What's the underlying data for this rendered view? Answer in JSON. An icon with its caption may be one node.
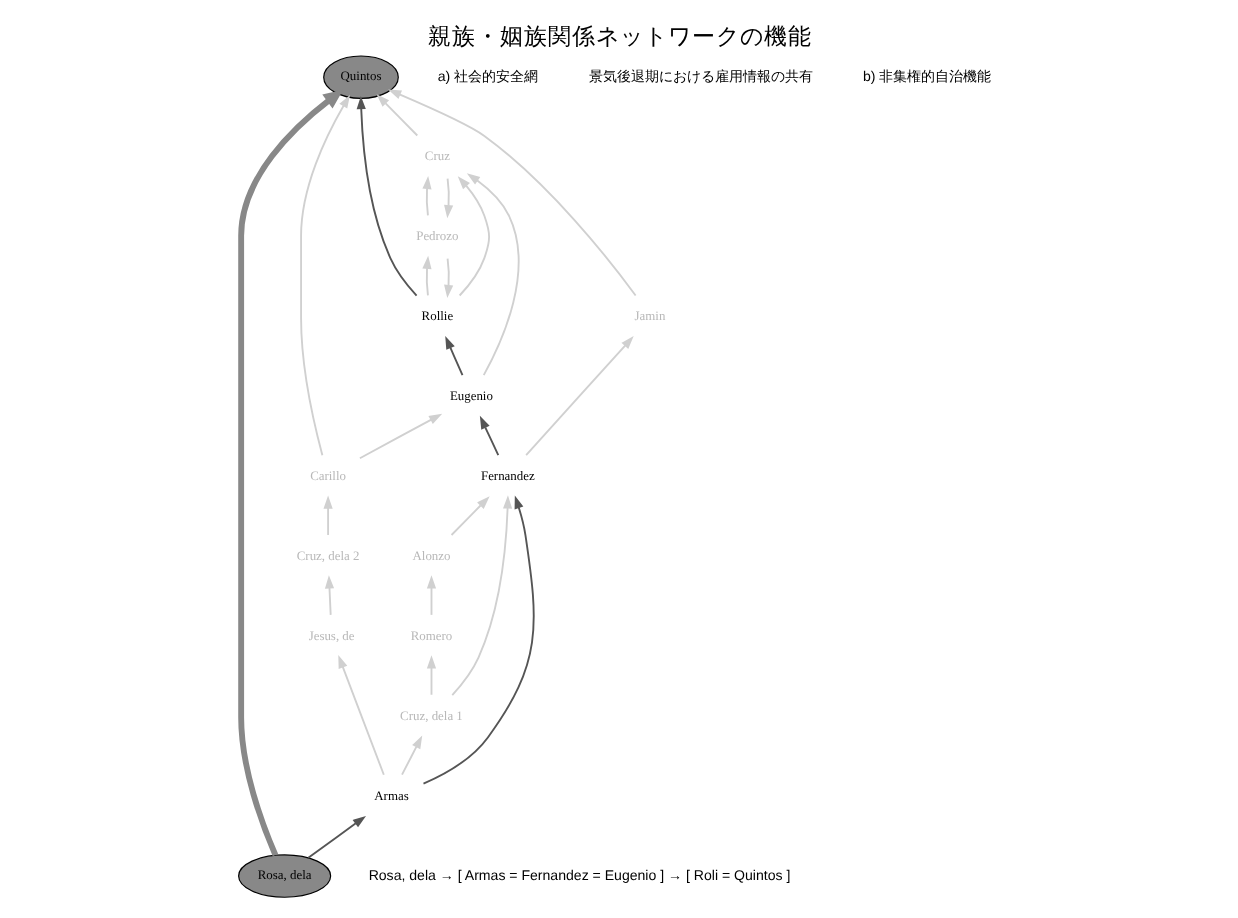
{
  "diagram": {
    "title": "親族・姻族関係ネットワークの機能",
    "nodes": [
      {
        "text": [
          "Cruz, dela 2"
        ]
      },
      {
        "text": [
          "Carillo"
        ]
      },
      {
        "text": [
          "Quintos"
        ]
      },
      {
        "text": [
          "Jesus, de"
        ]
      },
      {
        "text": [
          "Rollie"
        ]
      },
      {
        "text": [
          "Pedrozo"
        ]
      },
      {
        "text": [
          "Armas"
        ]
      },
      {
        "text": [
          "Rosa, dela"
        ]
      },
      {
        "text": [
          "Eugenio"
        ]
      },
      {
        "text": [
          "Cruz"
        ]
      },
      {
        "text": [
          "Cruz, dela 1"
        ]
      },
      {
        "text": [
          "Romero"
        ]
      },
      {
        "text": [
          "Alonzo"
        ]
      },
      {
        "text": [
          "Fernandez"
        ]
      },
      {
        "text": [
          "Jamin"
        ]
      }
    ],
    "edges": [
      {
        "from": 0,
        "to": 1,
        "arrow": "to"
      },
      {
        "from": 3,
        "to": 0,
        "arrow": "to"
      },
      {
        "from": 6,
        "to": 3,
        "arrow": "to"
      },
      {
        "from": 6,
        "to": 10,
        "arrow": "to"
      },
      {
        "from": 10,
        "to": 11,
        "arrow": "to"
      },
      {
        "from": 10,
        "to": 13,
        "arrow": "to"
      },
      {
        "from": 11,
        "to": 12,
        "arrow": "to"
      },
      {
        "from": 12,
        "to": 13,
        "arrow": "to"
      },
      {
        "from": 13,
        "to": 14,
        "arrow": "to"
      },
      {
        "from": 14,
        "to": 2,
        "arrow": "to"
      },
      {
        "from": 1,
        "to": 8,
        "arrow": "to"
      },
      {
        "from": 1,
        "to": 2,
        "arrow": "to"
      },
      {
        "from": 8,
        "to": 9,
        "arrow": "to"
      },
      {
        "from": 4,
        "to": 5,
        "arrow": "to"
      },
      {
        "from": 5,
        "to": 4,
        "arrow": "to"
      },
      {
        "from": 4,
        "to": 9,
        "arrow": "to"
      },
      {
        "from": 9,
        "to": 5,
        "arrow": "to"
      },
      {
        "from": 5,
        "to": 9,
        "arrow": "to"
      },
      {
        "from": 9,
        "to": 2,
        "arrow": "to"
      },
      {
        "from": 7,
        "to": 6,
        "arrow": "to",
        "color": "#555555"
      },
      {
        "from": 6,
        "to": 13,
        "arrow": "to",
        "color": "#555555"
      },
      {
        "from": 13,
        "to": 8,
        "arrow": "to",
        "color": "#555555"
      },
      {
        "from": 8,
        "to": 4,
        "arrow": "to",
        "color": "#555555"
      },
      {
        "from": 4,
        "to": 2,
        "arrow": "to",
        "color": "#555555"
      },
      {
        "from": 7,
        "to": 2,
        "arrow": "to",
        "style": "thick",
        "color": "#888888"
      }
    ],
    "labels": [
      "a) 社会的安全網",
      "景気後退期における雇用情報の共有",
      "b) 非集権的自治機能",
      "Rosa, dela → [ Armas = Fernandez = Eugenio ] → [ Roli = Quintos ]"
    ]
  }
}
